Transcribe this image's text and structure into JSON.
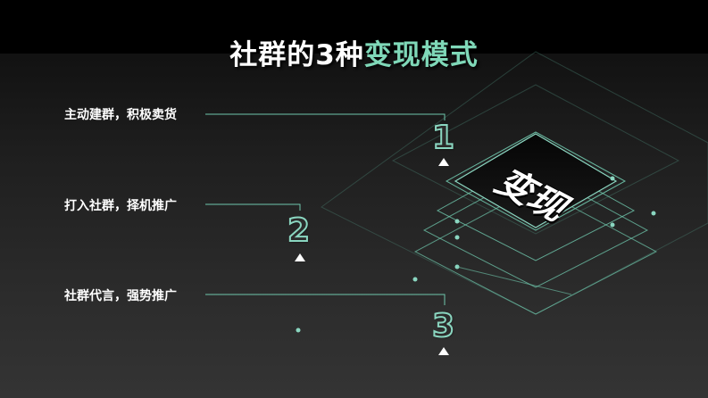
{
  "title": {
    "part_white": "社群的3种",
    "part_green": "变现模式"
  },
  "center_label": "变现",
  "items": [
    {
      "label": "主动建群，积极卖货",
      "number": "1"
    },
    {
      "label": "打入社群，择机推广",
      "number": "2"
    },
    {
      "label": "社群代言，强势推广",
      "number": "3"
    }
  ],
  "colors": {
    "accent": "#7fd8b8",
    "line": "#6fc7ac",
    "text": "#ffffff"
  }
}
